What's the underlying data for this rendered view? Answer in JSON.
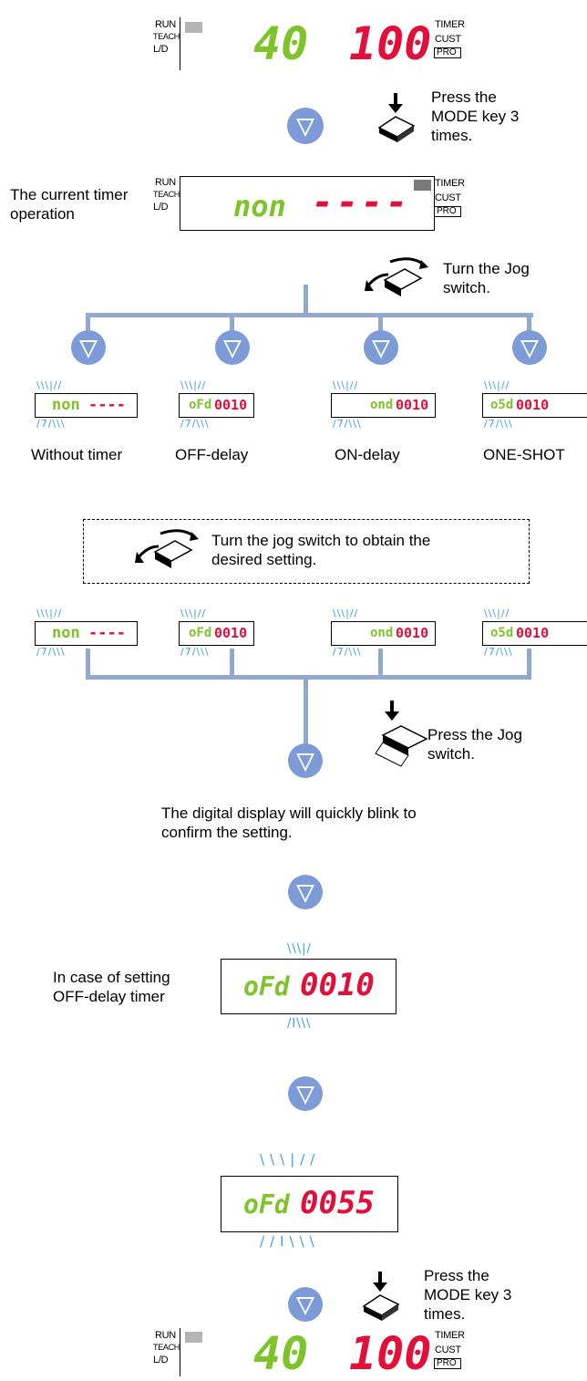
{
  "panel_labels": {
    "run": "RUN",
    "teach": "TEACH",
    "ld": "L/D",
    "timer": "TIMER",
    "cust": "CUST",
    "pro": "PRO"
  },
  "top_display": {
    "left": "40",
    "right": "100"
  },
  "step1": {
    "instruction": "Press the MODE key 3 times."
  },
  "current_display": {
    "caption": "The current timer operation",
    "left": "non",
    "right": "----"
  },
  "step2": {
    "instruction": "Turn the Jog switch."
  },
  "options": [
    {
      "label": "Without timer",
      "left": "non",
      "right": "----"
    },
    {
      "label": "OFF-delay",
      "left": "oFd",
      "right": "0010"
    },
    {
      "label": "ON-delay",
      "left": "ond",
      "right": "0010"
    },
    {
      "label": "ONE-SHOT",
      "left": "o5d",
      "right": "0010"
    }
  ],
  "dashed_note": {
    "text": "Turn the jog switch to obtain the desired setting."
  },
  "step3": {
    "instruction": "Press the Jog switch."
  },
  "confirm_note": {
    "text": "The digital display will quickly blink to confirm the setting."
  },
  "example_display": {
    "caption": "In case of setting OFF-delay timer",
    "left": "oFd",
    "right": "0010"
  },
  "time_display": {
    "left": "oFd",
    "right": "0055"
  },
  "step4": {
    "instruction": "Press the MODE key 3 times."
  },
  "bottom_display": {
    "left": "40",
    "right": "100"
  },
  "colors": {
    "segment_green": "#7ec32a",
    "segment_red": "#e0103a",
    "flow_line": "#8fa9cf",
    "arrow_fill": "#7d9bd6",
    "blink_marks": "#3aa0e0"
  }
}
